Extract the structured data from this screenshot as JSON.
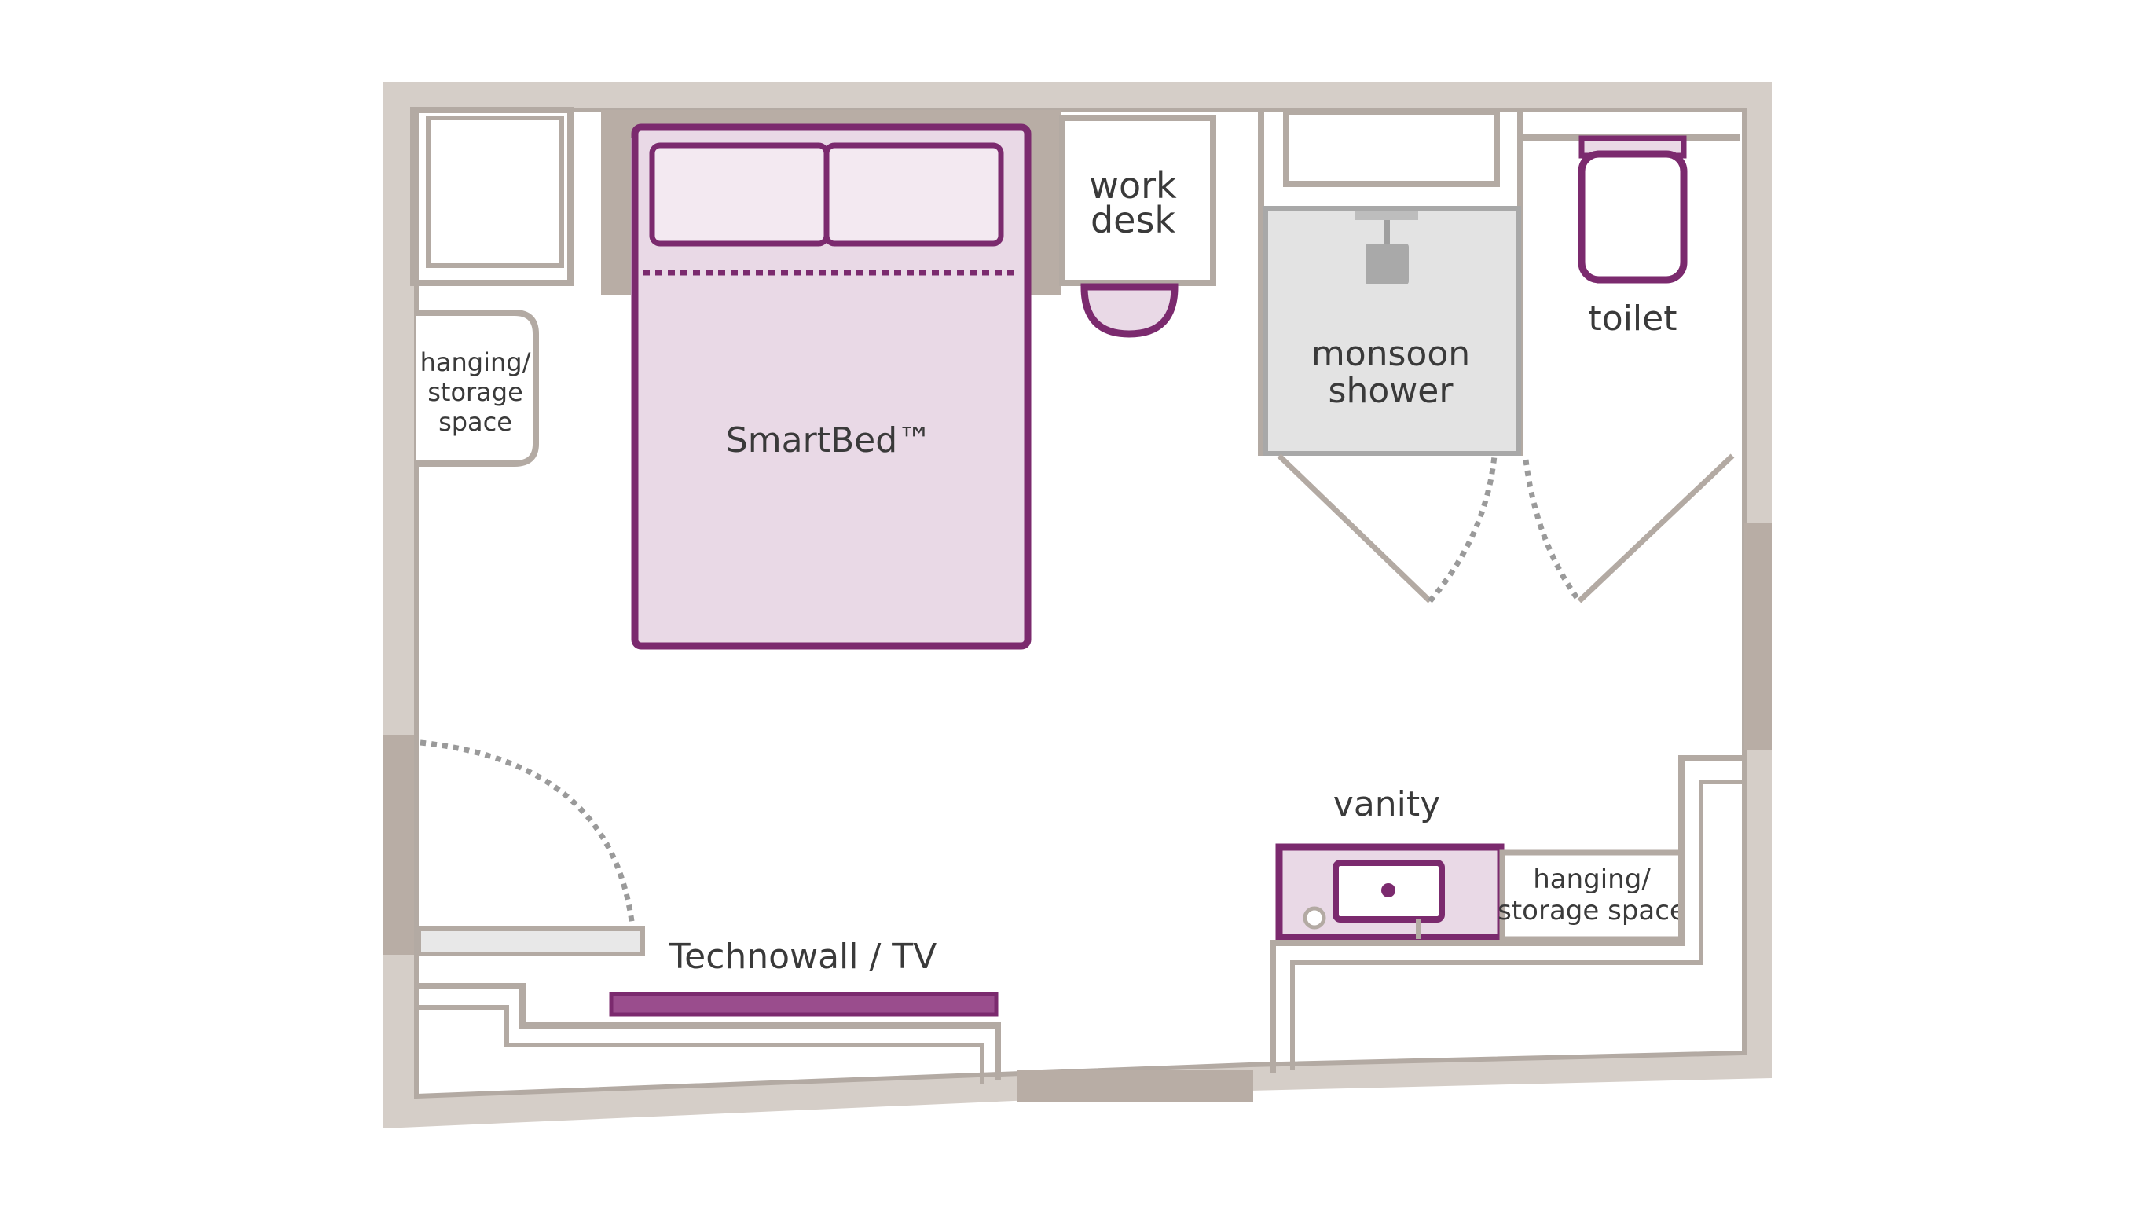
{
  "labels": {
    "work_desk_line1": "work",
    "work_desk_line2": "desk",
    "hanging_left_line1": "hanging/",
    "hanging_left_line2": "storage",
    "hanging_left_line3": "space",
    "bed": "SmartBed™",
    "shower_line1": "monsoon",
    "shower_line2": "shower",
    "toilet": "toilet",
    "vanity": "vanity",
    "hanging_right_line1": "hanging/",
    "hanging_right_line2": "storage space",
    "technowall": "Technowall / TV"
  },
  "colors": {
    "wall": "#d5cec8",
    "wall_dark": "#b8ada5",
    "wall_line": "#b3aaa3",
    "purple": "#7b2a6e",
    "purple_fill": "#e9d9e6",
    "pillow_fill": "#f3e9f1",
    "shower_fill": "#e3e3e3",
    "shower_line": "#a8a8a8",
    "text": "#3a3a3a"
  }
}
